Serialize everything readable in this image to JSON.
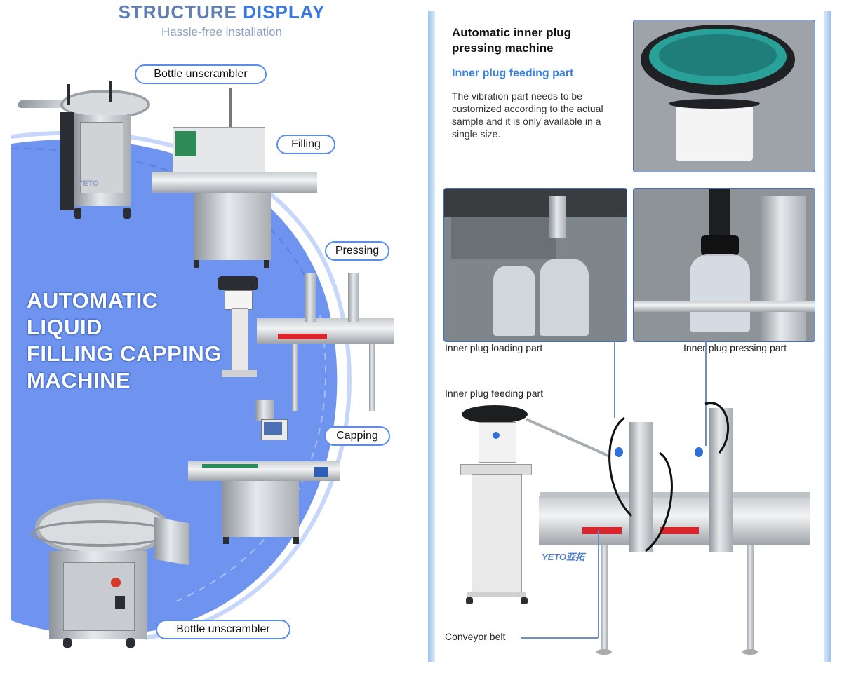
{
  "left": {
    "header_title_part1": "STRUCTURE",
    "header_title_part2": "DISPLAY",
    "header_subtitle": "Hassle-free installation",
    "labels": {
      "bottle_unscrambler_top": "Bottle unscrambler",
      "filling": "Filling",
      "pressing": "Pressing",
      "capping": "Capping",
      "bottle_unscrambler_bottom": "Bottle unscrambler"
    },
    "title_lines": [
      "AUTOMATIC",
      "LIQUID",
      "FILLING CAPPING",
      "MACHINE"
    ],
    "brand_mark": "YETO"
  },
  "right": {
    "title": "Automatic inner plug pressing machine",
    "subtitle": "Inner plug feeding part",
    "description": "The vibration part needs to be customized according to the actual sample and it is only available in a single size.",
    "labels": {
      "loading": "Inner plug loading part",
      "pressing": "Inner plug pressing part",
      "feeding": "Inner plug feeding part",
      "conveyor": "Conveyor belt"
    },
    "brand_mark": "YETO",
    "brand_cn": "亚拓"
  },
  "colors": {
    "accent_blue": "#3b82e4",
    "circle_blue": "#6f94ef",
    "pill_border": "#5b8dea",
    "header_gray_blue": "#5f7fb4"
  }
}
